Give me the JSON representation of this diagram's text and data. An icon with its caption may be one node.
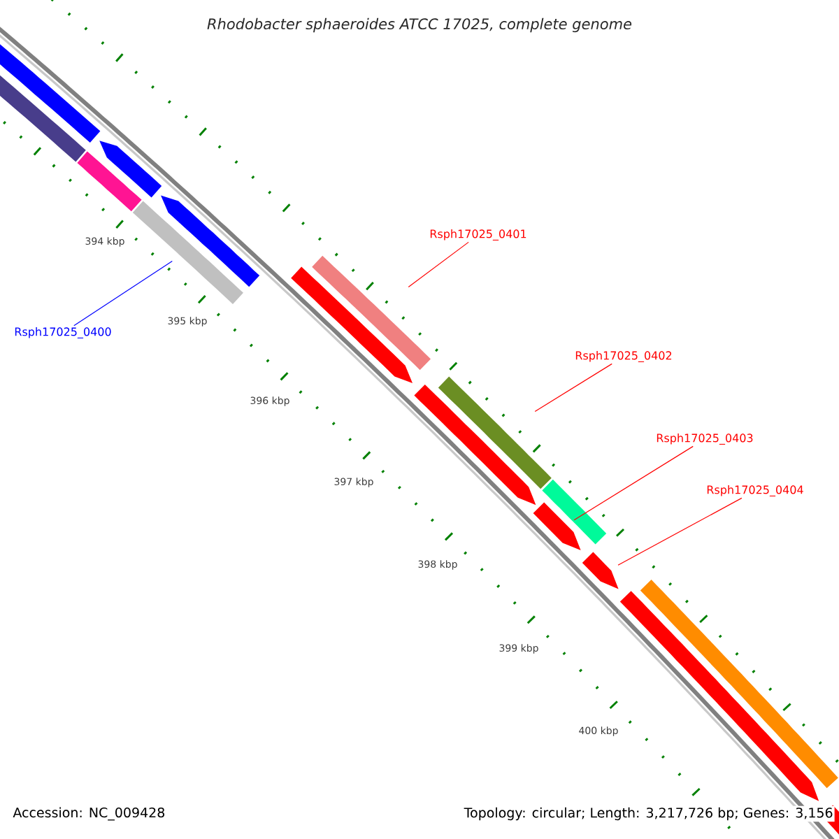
{
  "diagram": {
    "title": "Rhodobacter sphaeroides ATCC 17025, complete genome",
    "nodes": [
      {
        "text": [
          "Rsph17025_0400"
        ]
      },
      {
        "text": [
          "Rsph17025_0401"
        ]
      },
      {
        "text": [
          "Rsph17025_0402"
        ]
      },
      {
        "text": [
          "Rsph17025_0403"
        ]
      },
      {
        "text": [
          "Rsph17025_0404"
        ]
      },
      {
        "text": [],
        "shape": "bar"
      },
      {
        "text": [],
        "shape": "bar"
      },
      {
        "text": [],
        "shape": "bar"
      },
      {
        "text": [],
        "shape": "bar"
      },
      {
        "text": [],
        "shape": "bar"
      },
      {
        "text": [],
        "shape": "bar"
      },
      {
        "text": [],
        "shape": "bar"
      },
      {
        "text": [],
        "shape": "bar"
      },
      {
        "text": [],
        "shape": "bar"
      },
      {
        "text": [],
        "shape": "bar"
      },
      {
        "text": [],
        "shape": "bar"
      },
      {
        "text": [],
        "shape": "bar"
      },
      {
        "text": [],
        "shape": "bar"
      },
      {
        "text": [],
        "shape": "bar"
      },
      {
        "text": [],
        "shape": "bar"
      },
      {
        "text": [],
        "shape": "bar"
      }
    ],
    "edges": [
      {
        "from": 0,
        "to": 5,
        "arrow": "none",
        "color": "#0000ff"
      },
      {
        "from": 1,
        "to": 6,
        "arrow": "none"
      },
      {
        "from": 2,
        "to": 7,
        "arrow": "none"
      },
      {
        "from": 3,
        "to": 8,
        "arrow": "none"
      },
      {
        "from": 4,
        "to": 9,
        "arrow": "none"
      }
    ],
    "labels": [
      "394 kbp",
      "395 kbp",
      "396 kbp",
      "397 kbp",
      "398 kbp",
      "399 kbp",
      "400 kbp",
      "Accession: NC_009428",
      "Topology: circular; Length: 3,217,726 bp; Genes: 3,156"
    ]
  }
}
